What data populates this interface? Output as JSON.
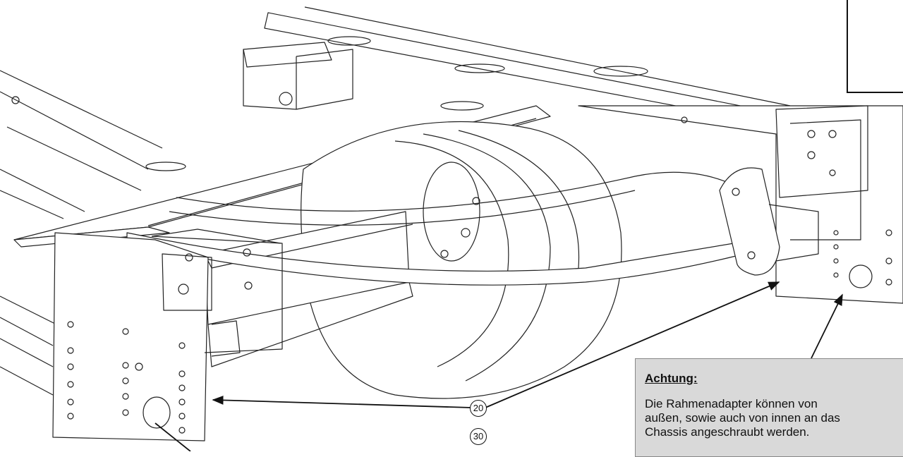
{
  "note": {
    "title": "Achtung:",
    "lines": [
      "Die Rahmenadapter können von",
      "außen, sowie auch von innen an das",
      "Chassis angeschraubt werden."
    ]
  },
  "position_labels": [
    "20",
    "30"
  ],
  "colors": {
    "line": "#111111",
    "note_background": "#d9d9d9",
    "background": "#ffffff"
  }
}
